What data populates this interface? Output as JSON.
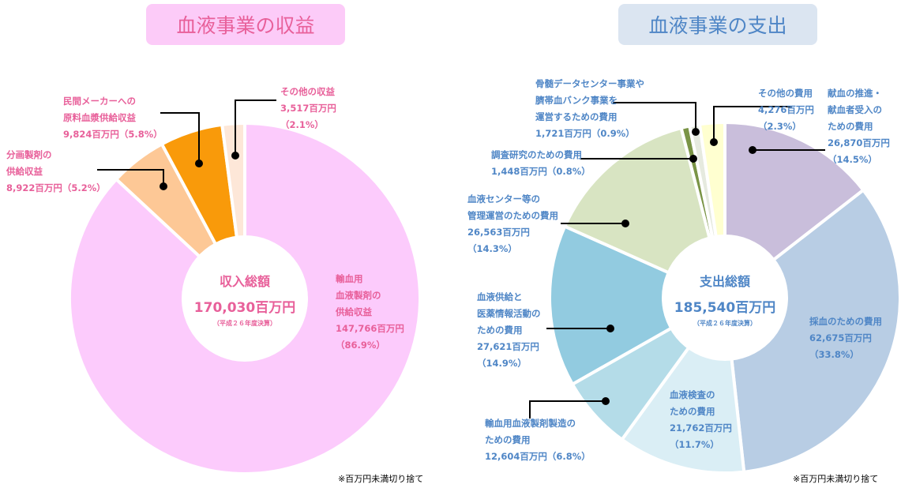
{
  "titles": {
    "income": "血液事業の収益",
    "expense": "血液事業の支出"
  },
  "colors": {
    "income_text": "#e8609a",
    "expense_text": "#4f86c6"
  },
  "chart_data": [
    {
      "type": "pie",
      "title": "血液事業の収益",
      "center_label": "収入総額",
      "total": "170,030百万円",
      "note": "（平成２６年度決算）",
      "unit": "百万円",
      "slices": [
        {
          "name": "輸血用血液製剤の供給収益",
          "value": 147766,
          "percent": 86.9,
          "color": "#fccbfc",
          "label_lines": [
            "輸血用",
            "血液製剤の",
            "供給収益",
            "147,766百万円",
            "（86.9%）"
          ]
        },
        {
          "name": "分画製剤の供給収益",
          "value": 8922,
          "percent": 5.2,
          "color": "#fdc896",
          "label_lines": [
            "分画製剤の",
            "供給収益",
            "8,922百万円（5.2%）"
          ]
        },
        {
          "name": "民間メーカーへの原料血漿供給収益",
          "value": 9824,
          "percent": 5.8,
          "color": "#f99a0a",
          "label_lines": [
            "民間メーカーへの",
            "原料血漿供給収益",
            "9,824百万円（5.8%）"
          ]
        },
        {
          "name": "その他の収益",
          "value": 3517,
          "percent": 2.1,
          "color": "#fde7d8",
          "label_lines": [
            "その他の収益",
            "3,517百万円",
            "（2.1%）"
          ]
        }
      ],
      "footnote": "※百万円未満切り捨て"
    },
    {
      "type": "pie",
      "title": "血液事業の支出",
      "center_label": "支出総額",
      "total": "185,540百万円",
      "note": "（平成２６年度決算）",
      "unit": "百万円",
      "slices": [
        {
          "name": "献血の推進・献血者受入のための費用",
          "value": 26870,
          "percent": 14.5,
          "color": "#c9bedb",
          "label_lines": [
            "献血の推進・",
            "献血者受入の",
            "ための費用",
            "26,870百万円",
            "（14.5%）"
          ]
        },
        {
          "name": "採血のための費用",
          "value": 62675,
          "percent": 33.8,
          "color": "#b8cde4",
          "label_lines": [
            "採血のための費用",
            "62,675百万円",
            "（33.8%）"
          ]
        },
        {
          "name": "血液検査のための費用",
          "value": 21762,
          "percent": 11.7,
          "color": "#daeef5",
          "label_lines": [
            "血液検査の",
            "ための費用",
            "21,762百万円",
            "（11.7%）"
          ]
        },
        {
          "name": "輸血用血液製剤製造のための費用",
          "value": 12604,
          "percent": 6.8,
          "color": "#b4dce8",
          "label_lines": [
            "輸血用血液製剤製造の",
            "ための費用",
            "12,604百万円（6.8%）"
          ]
        },
        {
          "name": "血液供給と医薬情報活動のための費用",
          "value": 27621,
          "percent": 14.9,
          "color": "#92cbe0",
          "label_lines": [
            "血液供給と",
            "医薬情報活動の",
            "ための費用",
            "27,621百万円",
            "（14.9%）"
          ]
        },
        {
          "name": "血液センター等の管理運営のための費用",
          "value": 26563,
          "percent": 14.3,
          "color": "#d8e4c2",
          "label_lines": [
            "血液センター等の",
            "管理運営のための費用",
            "26,563百万円",
            "（14.3%）"
          ]
        },
        {
          "name": "調査研究のための費用",
          "value": 1448,
          "percent": 0.8,
          "color": "#7a9446",
          "label_lines": [
            "調査研究のための費用",
            "1,448百万円（0.8%）"
          ]
        },
        {
          "name": "骨髄データセンター事業や臍帯血バンク事業を運営するための費用",
          "value": 1721,
          "percent": 0.9,
          "color": "#e6eadf",
          "label_lines": [
            "骨髄データセンター事業や",
            "臍帯血バンク事業を",
            "運営するための費用",
            "1,721百万円（0.9%）"
          ]
        },
        {
          "name": "その他の費用",
          "value": 4276,
          "percent": 2.3,
          "color": "#ffffd0",
          "label_lines": [
            "その他の費用",
            "4,276百万円",
            "（2.3%）"
          ]
        }
      ],
      "footnote": "※百万円未満切り捨て"
    }
  ]
}
